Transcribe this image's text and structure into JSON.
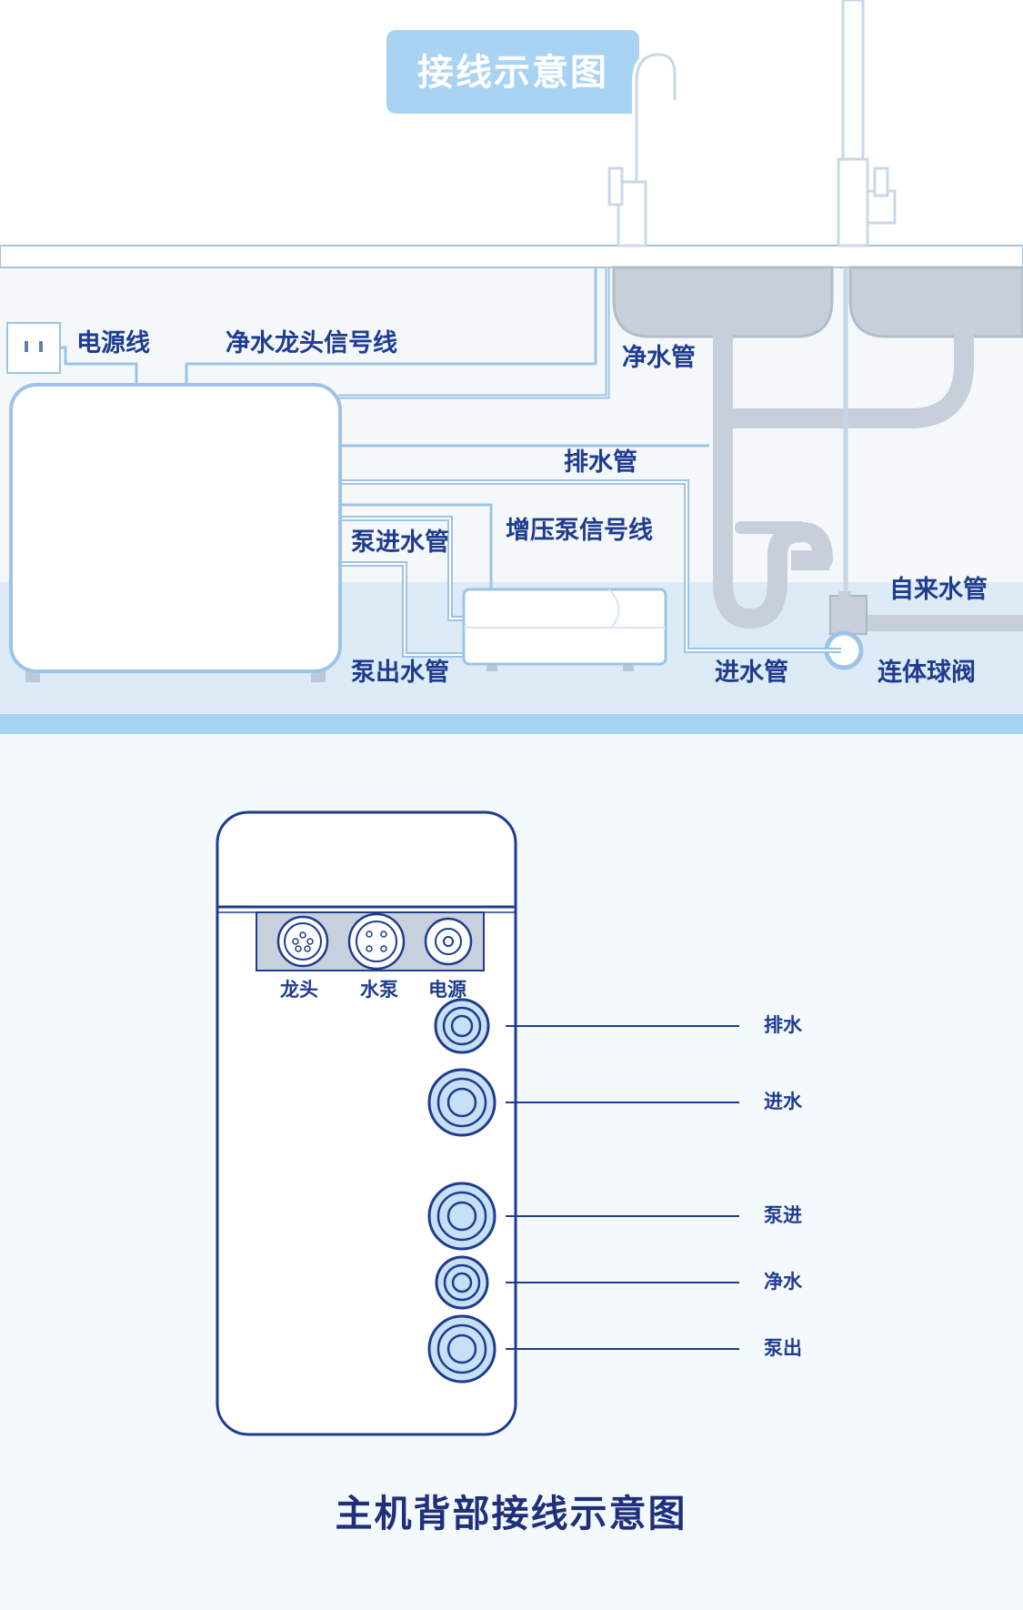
{
  "top": {
    "title": "接线示意图",
    "labels": {
      "power_cord": "电源线",
      "faucet_signal": "净水龙头信号线",
      "clean_pipe": "净水管",
      "drain_pipe": "排水管",
      "booster_signal": "增压泵信号线",
      "pump_in_pipe": "泵进水管",
      "tap_water_pipe": "自来水管",
      "pump_out_pipe": "泵出水管",
      "inlet_pipe": "进水管",
      "ball_valve": "连体球阀"
    }
  },
  "back_panel": {
    "ports_top": {
      "faucet": "龙头",
      "pump": "水泵",
      "power": "电源"
    },
    "connectors": {
      "drain": "排水",
      "inlet": "进水",
      "pump_in": "泵进",
      "clean": "净水",
      "pump_out": "泵出"
    },
    "caption": "主机背部接线示意图"
  },
  "colors": {
    "primary_text": "#1f3c8f",
    "line_blue": "#9dc4e6",
    "badge_bg": "#a9d3f3",
    "cabinet_floor": "#dcebf6",
    "dark_outline": "#1f3c8f"
  }
}
